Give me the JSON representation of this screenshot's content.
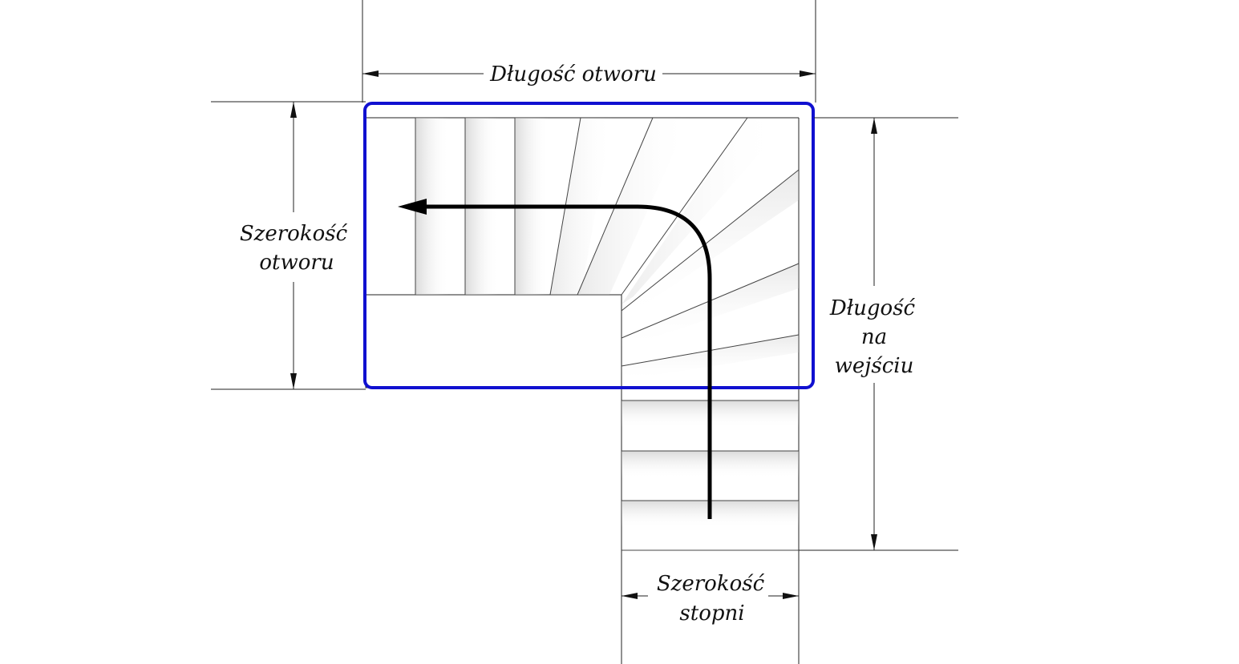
{
  "labels": {
    "opening_length": "Długość otworu",
    "opening_width_line1": "Szerokość",
    "opening_width_line2": "otworu",
    "entry_length_line1": "Długość",
    "entry_length_line2": "na",
    "entry_length_line3": "wejściu",
    "step_width_line1": "Szerokość",
    "step_width_line2": "stopni"
  },
  "colors": {
    "opening_outline": "#1010d0",
    "walk_line": "#000000",
    "lines": "#222222"
  }
}
